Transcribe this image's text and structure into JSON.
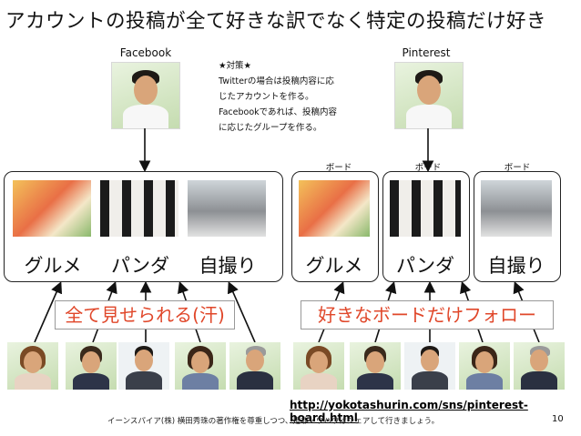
{
  "slide": {
    "title": "アカウントの投稿が全て好きな訳でなく特定の投稿だけ好き",
    "page_number": "10",
    "footer": "イーンスパイア(株) 横田秀珠の著作権を尊重しつつ、是非ノウハウはシェアして行きましょう。",
    "url": "http://yokotashurin.com/sns/pinterest-board.html"
  },
  "left": {
    "service": "Facebook",
    "categories": [
      "グルメ",
      "パンダ",
      "自撮り"
    ],
    "banner": "全て見せられる(汗)"
  },
  "right": {
    "service": "Pinterest",
    "board_label": "ボード",
    "categories": [
      "グルメ",
      "パンダ",
      "自撮り"
    ],
    "banner": "好きなボードだけフォロー"
  },
  "note": {
    "lines": [
      "★対策★",
      "Twitterの場合は投稿内容に応",
      "じたアカウントを作る。",
      "Facebookであれば、投稿内容",
      "に応じたグループを作る。"
    ]
  },
  "colors": {
    "accent": "#e0472a",
    "box": "#222222"
  },
  "icons": [
    "person-photo",
    "food-photo",
    "panda-photo",
    "selfie-photo",
    "arrow-up",
    "arrow-down"
  ]
}
